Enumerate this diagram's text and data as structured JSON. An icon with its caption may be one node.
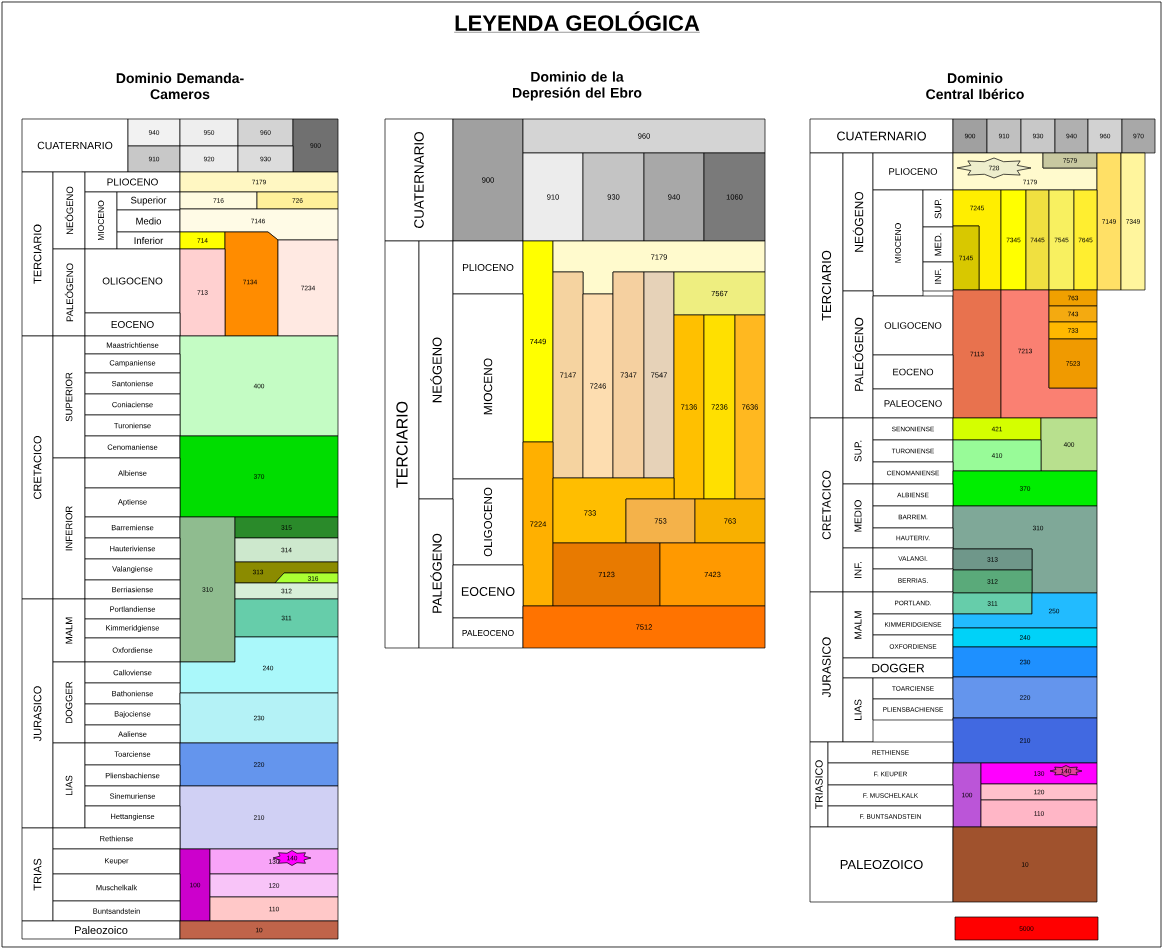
{
  "diagram": {
    "title": "LEYENDA GEOLÓGICA",
    "nodes": [
      {
        "text": [
          "CUATERNARIO"
        ]
      },
      {
        "text": [
          "940"
        ]
      },
      {
        "text": [
          "950"
        ]
      },
      {
        "text": [
          "960"
        ]
      },
      {
        "text": [
          "900"
        ]
      },
      {
        "text": [
          "910"
        ]
      },
      {
        "text": [
          "920"
        ]
      },
      {
        "text": [
          "930"
        ]
      },
      {
        "text": [
          "TERCIARIO"
        ]
      },
      {
        "text": [
          "NEÓGENO"
        ]
      },
      {
        "text": [
          "PLIOCENO"
        ]
      },
      {
        "text": [
          "7179"
        ]
      },
      {
        "text": [
          "MIOCENO"
        ]
      },
      {
        "text": [
          "Superior"
        ]
      },
      {
        "text": [
          "716"
        ]
      },
      {
        "text": [
          "726"
        ]
      },
      {
        "text": [
          "Medio"
        ]
      },
      {
        "text": [
          "7146"
        ]
      },
      {
        "text": [
          "Inferior"
        ]
      },
      {
        "text": [
          "714"
        ]
      },
      {
        "text": [
          "7134"
        ]
      },
      {
        "text": [
          "PALEÓGENO"
        ]
      },
      {
        "text": [
          "OLIGOCENO"
        ]
      },
      {
        "text": [
          "713"
        ]
      },
      {
        "text": [
          "7234"
        ]
      },
      {
        "text": [
          "EOCENO"
        ]
      },
      {
        "text": [
          "CRETACICO"
        ]
      },
      {
        "text": [
          "SUPERIOR"
        ]
      },
      {
        "text": [
          "Maastrichtiense"
        ]
      },
      {
        "text": [
          "400"
        ]
      },
      {
        "text": [
          "Campaniense"
        ]
      },
      {
        "text": [
          "Santoniense"
        ]
      },
      {
        "text": [
          "Coniaciense"
        ]
      },
      {
        "text": [
          "Turoniense"
        ]
      },
      {
        "text": [
          "Cenomaniense"
        ]
      },
      {
        "text": [
          "370"
        ]
      },
      {
        "text": [
          "INFERIOR"
        ]
      },
      {
        "text": [
          "Albiense"
        ]
      },
      {
        "text": [
          "Aptiense"
        ]
      },
      {
        "text": [
          "Barremiense"
        ]
      },
      {
        "text": [
          "310"
        ]
      },
      {
        "text": [
          "315"
        ]
      },
      {
        "text": [
          "Hauteriviense"
        ]
      },
      {
        "text": [
          "314"
        ]
      },
      {
        "text": [
          "Valangiense"
        ]
      },
      {
        "text": [
          "313"
        ]
      },
      {
        "text": [
          "316"
        ]
      },
      {
        "text": [
          "Berriasiense"
        ]
      },
      {
        "text": [
          "312"
        ]
      },
      {
        "text": [
          "JURASICO"
        ]
      },
      {
        "text": [
          "MALM"
        ]
      },
      {
        "text": [
          "Portlandiense"
        ]
      },
      {
        "text": [
          "311"
        ]
      },
      {
        "text": [
          "Kimmeridgiense"
        ]
      },
      {
        "text": [
          "Oxfordiense"
        ]
      },
      {
        "text": [
          "240"
        ]
      },
      {
        "text": [
          "DOGGER"
        ]
      },
      {
        "text": [
          "Calloviense"
        ]
      },
      {
        "text": [
          "Bathoniense"
        ]
      },
      {
        "text": [
          "230"
        ]
      },
      {
        "text": [
          "Bajociense"
        ]
      },
      {
        "text": [
          "Aaliense"
        ]
      },
      {
        "text": [
          "LIAS"
        ]
      },
      {
        "text": [
          "Toarciense"
        ]
      },
      {
        "text": [
          "220"
        ]
      },
      {
        "text": [
          "Pliensbachiense"
        ]
      },
      {
        "text": [
          "Sinemuriense"
        ]
      },
      {
        "text": [
          "210"
        ]
      },
      {
        "text": [
          "Hettangiense"
        ]
      },
      {
        "text": [
          "TRIAS"
        ]
      },
      {
        "text": [
          "Rethiense"
        ]
      },
      {
        "text": [
          "Keuper"
        ]
      },
      {
        "text": [
          "100"
        ]
      },
      {
        "text": [
          "130"
        ]
      },
      {
        "text": [
          "140"
        ],
        "in": 73
      },
      {
        "text": [
          "Muschelkalk"
        ]
      },
      {
        "text": [
          "120"
        ]
      },
      {
        "text": [
          "Buntsandstein"
        ]
      },
      {
        "text": [
          "110"
        ]
      },
      {
        "text": [
          "Paleozoico"
        ]
      },
      {
        "text": [
          "10"
        ]
      },
      {
        "text": [
          "CUATERNARIO"
        ]
      },
      {
        "text": [
          "900"
        ]
      },
      {
        "text": [
          "960"
        ]
      },
      {
        "text": [
          "910"
        ]
      },
      {
        "text": [
          "930"
        ]
      },
      {
        "text": [
          "940"
        ]
      },
      {
        "text": [
          "1060"
        ]
      },
      {
        "text": [
          "TERCIARIO"
        ]
      },
      {
        "text": [
          "NEÓGENO"
        ]
      },
      {
        "text": [
          "PLIOCENO"
        ]
      },
      {
        "text": [
          "7449"
        ]
      },
      {
        "text": [
          "7179"
        ]
      },
      {
        "text": [
          "MIOCENO"
        ]
      },
      {
        "text": [
          "7147"
        ]
      },
      {
        "text": [
          "7246"
        ]
      },
      {
        "text": [
          "7347"
        ]
      },
      {
        "text": [
          "7547"
        ]
      },
      {
        "text": [
          "7567"
        ]
      },
      {
        "text": [
          "7136"
        ]
      },
      {
        "text": [
          "7236"
        ]
      },
      {
        "text": [
          "7636"
        ]
      },
      {
        "text": [
          "OLIGOCENO"
        ]
      },
      {
        "text": [
          "7224"
        ]
      },
      {
        "text": [
          "733"
        ]
      },
      {
        "text": [
          "PALEÓGENO"
        ]
      },
      {
        "text": [
          "753"
        ]
      },
      {
        "text": [
          "763"
        ]
      },
      {
        "text": [
          "7123"
        ]
      },
      {
        "text": [
          "7423"
        ]
      },
      {
        "text": [
          "EOCENO"
        ]
      },
      {
        "text": [
          "PALEOCENO"
        ]
      },
      {
        "text": [
          "7512"
        ]
      },
      {
        "text": [
          "CUATERNARIO"
        ]
      },
      {
        "text": [
          "900"
        ]
      },
      {
        "text": [
          "910"
        ]
      },
      {
        "text": [
          "930"
        ]
      },
      {
        "text": [
          "940"
        ]
      },
      {
        "text": [
          "960"
        ]
      },
      {
        "text": [
          "970"
        ]
      },
      {
        "text": [
          "TERCIARIO"
        ]
      },
      {
        "text": [
          "NEÓGENO"
        ]
      },
      {
        "text": [
          "PLIOCENO"
        ]
      },
      {
        "text": [
          "7179"
        ]
      },
      {
        "text": [
          "728"
        ],
        "in": 123
      },
      {
        "text": [
          "7579"
        ]
      },
      {
        "text": [
          "7149"
        ]
      },
      {
        "text": [
          "7349"
        ]
      },
      {
        "text": [
          "MIOCENO"
        ]
      },
      {
        "text": [
          "SUP."
        ]
      },
      {
        "text": [
          "7245"
        ]
      },
      {
        "text": [
          "7345"
        ]
      },
      {
        "text": [
          "7445"
        ]
      },
      {
        "text": [
          "7545"
        ]
      },
      {
        "text": [
          "7645"
        ]
      },
      {
        "text": [
          "MED."
        ]
      },
      {
        "text": [
          "7145"
        ]
      },
      {
        "text": [
          "INF."
        ]
      },
      {
        "text": [
          "PALEÓGENO"
        ]
      },
      {
        "text": [
          "OLIGOCENO"
        ]
      },
      {
        "text": [
          "7113"
        ]
      },
      {
        "text": [
          "7213"
        ]
      },
      {
        "text": [
          "763"
        ]
      },
      {
        "text": [
          "743"
        ]
      },
      {
        "text": [
          "733"
        ]
      },
      {
        "text": [
          "7523"
        ]
      },
      {
        "text": [
          "EOCENO"
        ]
      },
      {
        "text": [
          "PALEOCENO"
        ]
      },
      {
        "text": [
          "CRETACICO"
        ]
      },
      {
        "text": [
          "SUP."
        ]
      },
      {
        "text": [
          "SENONIENSE"
        ]
      },
      {
        "text": [
          "421"
        ]
      },
      {
        "text": [
          "400"
        ]
      },
      {
        "text": [
          "TURONIENSE"
        ]
      },
      {
        "text": [
          "410"
        ]
      },
      {
        "text": [
          "CENOMANIENSE"
        ]
      },
      {
        "text": [
          "370"
        ]
      },
      {
        "text": [
          "MEDIO"
        ]
      },
      {
        "text": [
          "ALBIENSE"
        ]
      },
      {
        "text": [
          "BARREM."
        ]
      },
      {
        "text": [
          "310"
        ]
      },
      {
        "text": [
          "HAUTERIV."
        ]
      },
      {
        "text": [
          "INF."
        ]
      },
      {
        "text": [
          "VALANGI."
        ]
      },
      {
        "text": [
          "313"
        ]
      },
      {
        "text": [
          "BERRIAS."
        ]
      },
      {
        "text": [
          "312"
        ]
      },
      {
        "text": [
          "JURASICO"
        ]
      },
      {
        "text": [
          "MALM"
        ]
      },
      {
        "text": [
          "PORTLAND."
        ]
      },
      {
        "text": [
          "311"
        ]
      },
      {
        "text": [
          "250"
        ]
      },
      {
        "text": [
          "KIMMERIDGIENSE"
        ]
      },
      {
        "text": [
          "OXFORDIENSE"
        ]
      },
      {
        "text": [
          "240"
        ]
      },
      {
        "text": [
          "DOGGER"
        ]
      },
      {
        "text": [
          "230"
        ]
      },
      {
        "text": [
          "LIAS"
        ]
      },
      {
        "text": [
          "TOARCIENSE"
        ]
      },
      {
        "text": [
          "220"
        ]
      },
      {
        "text": [
          "PLIENSBACHIENSE"
        ]
      },
      {
        "text": [
          "210"
        ]
      },
      {
        "text": [
          "TRIASICO"
        ]
      },
      {
        "text": [
          "RETHIENSE"
        ]
      },
      {
        "text": [
          "F. KEUPER"
        ]
      },
      {
        "text": [
          "100"
        ]
      },
      {
        "text": [
          "130"
        ]
      },
      {
        "text": [
          "140"
        ],
        "in": 186
      },
      {
        "text": [
          "F. MUSCHELKALK"
        ]
      },
      {
        "text": [
          "120"
        ]
      },
      {
        "text": [
          "F. BUNTSANDSTEIN"
        ]
      },
      {
        "text": [
          "110"
        ]
      },
      {
        "text": [
          "PALEOZOICO"
        ]
      },
      {
        "text": [
          "10"
        ]
      },
      {
        "text": [
          "5000"
        ]
      }
    ],
    "labels": [
      "Dominio Demanda-Cameros",
      "Dominio de la Depresión del Ebro",
      "Dominio Central Ibérico"
    ]
  }
}
